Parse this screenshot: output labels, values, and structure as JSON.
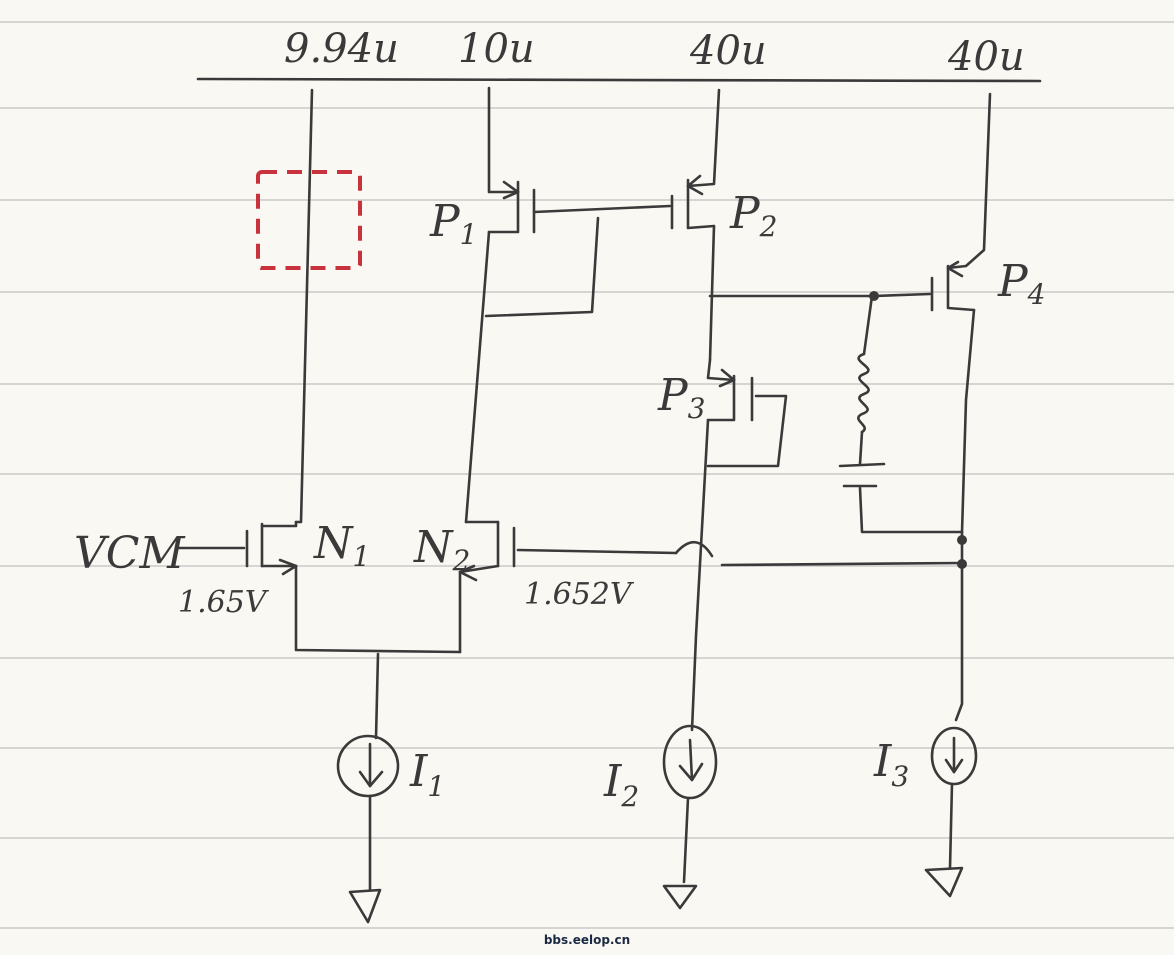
{
  "rails": {
    "widths": [
      "9.94u",
      "10u",
      "40u",
      "40u"
    ]
  },
  "transistors": {
    "n1": {
      "name": "N",
      "sub": "1"
    },
    "n2": {
      "name": "N",
      "sub": "2"
    },
    "p1": {
      "name": "P",
      "sub": "1"
    },
    "p2": {
      "name": "P",
      "sub": "2"
    },
    "p3": {
      "name": "P",
      "sub": "3"
    },
    "p4": {
      "name": "P",
      "sub": "4"
    }
  },
  "inputs": {
    "vcm": "VCM",
    "vcm_voltage": "1.65V",
    "n2_gate_voltage": "1.652V"
  },
  "sources": {
    "i1": {
      "name": "I",
      "sub": "1"
    },
    "i2": {
      "name": "I",
      "sub": "2"
    },
    "i3": {
      "name": "I",
      "sub": "3"
    }
  },
  "highlight": {
    "color": "#c8323c"
  },
  "watermark": "bbs.eelop.cn"
}
